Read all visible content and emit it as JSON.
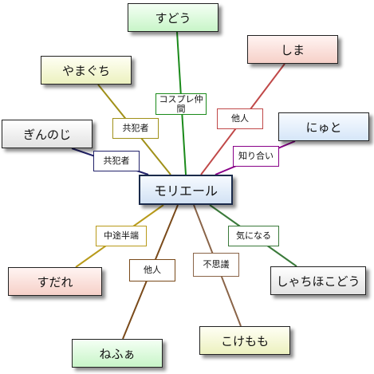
{
  "center": {
    "label": "モリエール",
    "color": "#d2e2f4"
  },
  "nodes": [
    {
      "id": "sudou",
      "label": "すどう",
      "color": "#c8f5c8"
    },
    {
      "id": "shima",
      "label": "しま",
      "color": "#f6d0c8"
    },
    {
      "id": "yamaguchi",
      "label": "やまぐち",
      "color": "#ecf1bf"
    },
    {
      "id": "nyuto",
      "label": "にゅと",
      "color": "#d6e6f8"
    },
    {
      "id": "ginnoji",
      "label": "ぎんのじ",
      "color": "#e2e2e2"
    },
    {
      "id": "sudare",
      "label": "すだれ",
      "color": "#f6d0c8"
    },
    {
      "id": "shachi",
      "label": "しゃちほこどう",
      "color": "#e2e2e2"
    },
    {
      "id": "kokemomo",
      "label": "こけもも",
      "color": "#ecf1bf"
    },
    {
      "id": "nefa",
      "label": "ねふぁ",
      "color": "#c8f5c8"
    }
  ],
  "edges": [
    {
      "to": "sudou",
      "label": "コスプレ仲間",
      "color": "#1a8a1a"
    },
    {
      "to": "shima",
      "label": "他人",
      "color": "#c04848"
    },
    {
      "to": "yamaguchi",
      "label": "共犯者",
      "color": "#a09018"
    },
    {
      "to": "nyuto",
      "label": "知り合い",
      "color": "#880088"
    },
    {
      "to": "ginnoji",
      "label": "共犯者",
      "color": "#22226a"
    },
    {
      "to": "sudare",
      "label": "中途半端",
      "color": "#b89a1a"
    },
    {
      "to": "shachi",
      "label": "気になる",
      "color": "#3a7a3a"
    },
    {
      "to": "kokemomo",
      "label": "不思議",
      "color": "#8a6448"
    },
    {
      "to": "nefa",
      "label": "他人",
      "color": "#7a4a1a"
    }
  ]
}
